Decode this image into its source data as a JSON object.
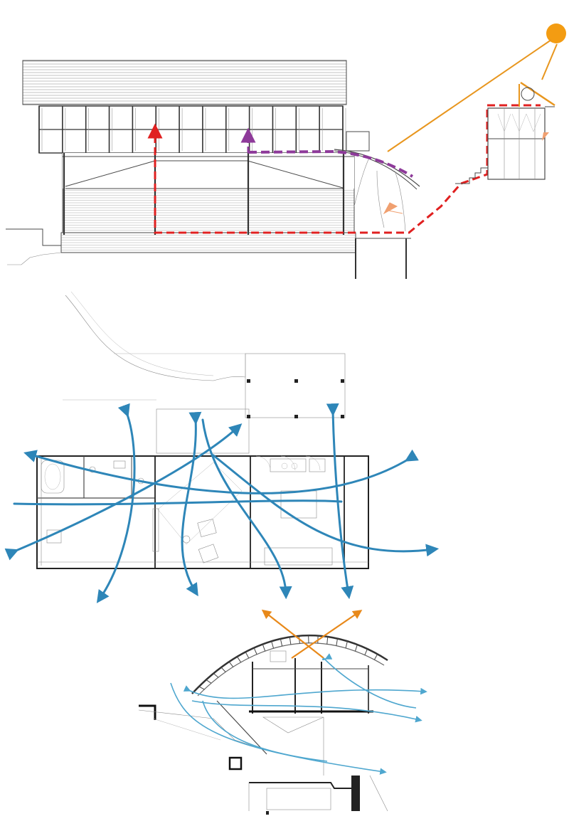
{
  "drawing": {
    "panels": [
      "elevation-with-sun-and-circulation",
      "floor-plan-cross-ventilation",
      "section-airflow"
    ],
    "colors": {
      "sun": "#F39C12",
      "sun_ray": "#E8961E",
      "circulation_route": "#E02020",
      "roof_highlight": "#8E3A9A",
      "air_flow": "#2E86B8",
      "air_flow_light": "#4FA7CF",
      "hot_air_exhaust": "#E8891A",
      "linework": "#4A4A4A"
    }
  }
}
